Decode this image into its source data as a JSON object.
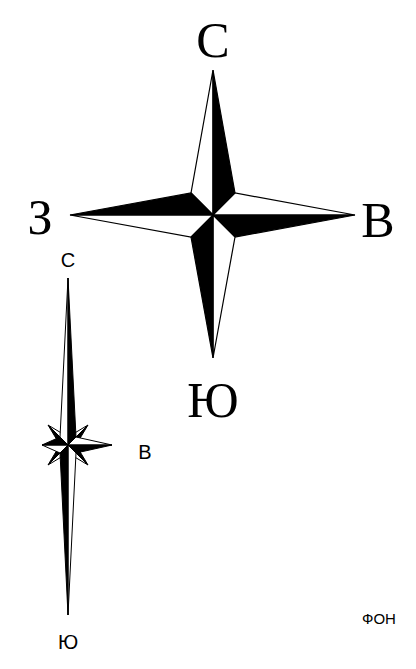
{
  "diagram": {
    "labels": [
      "С",
      "З",
      "В",
      "Ю",
      "С",
      "В",
      "Ю",
      "ФОН"
    ]
  }
}
